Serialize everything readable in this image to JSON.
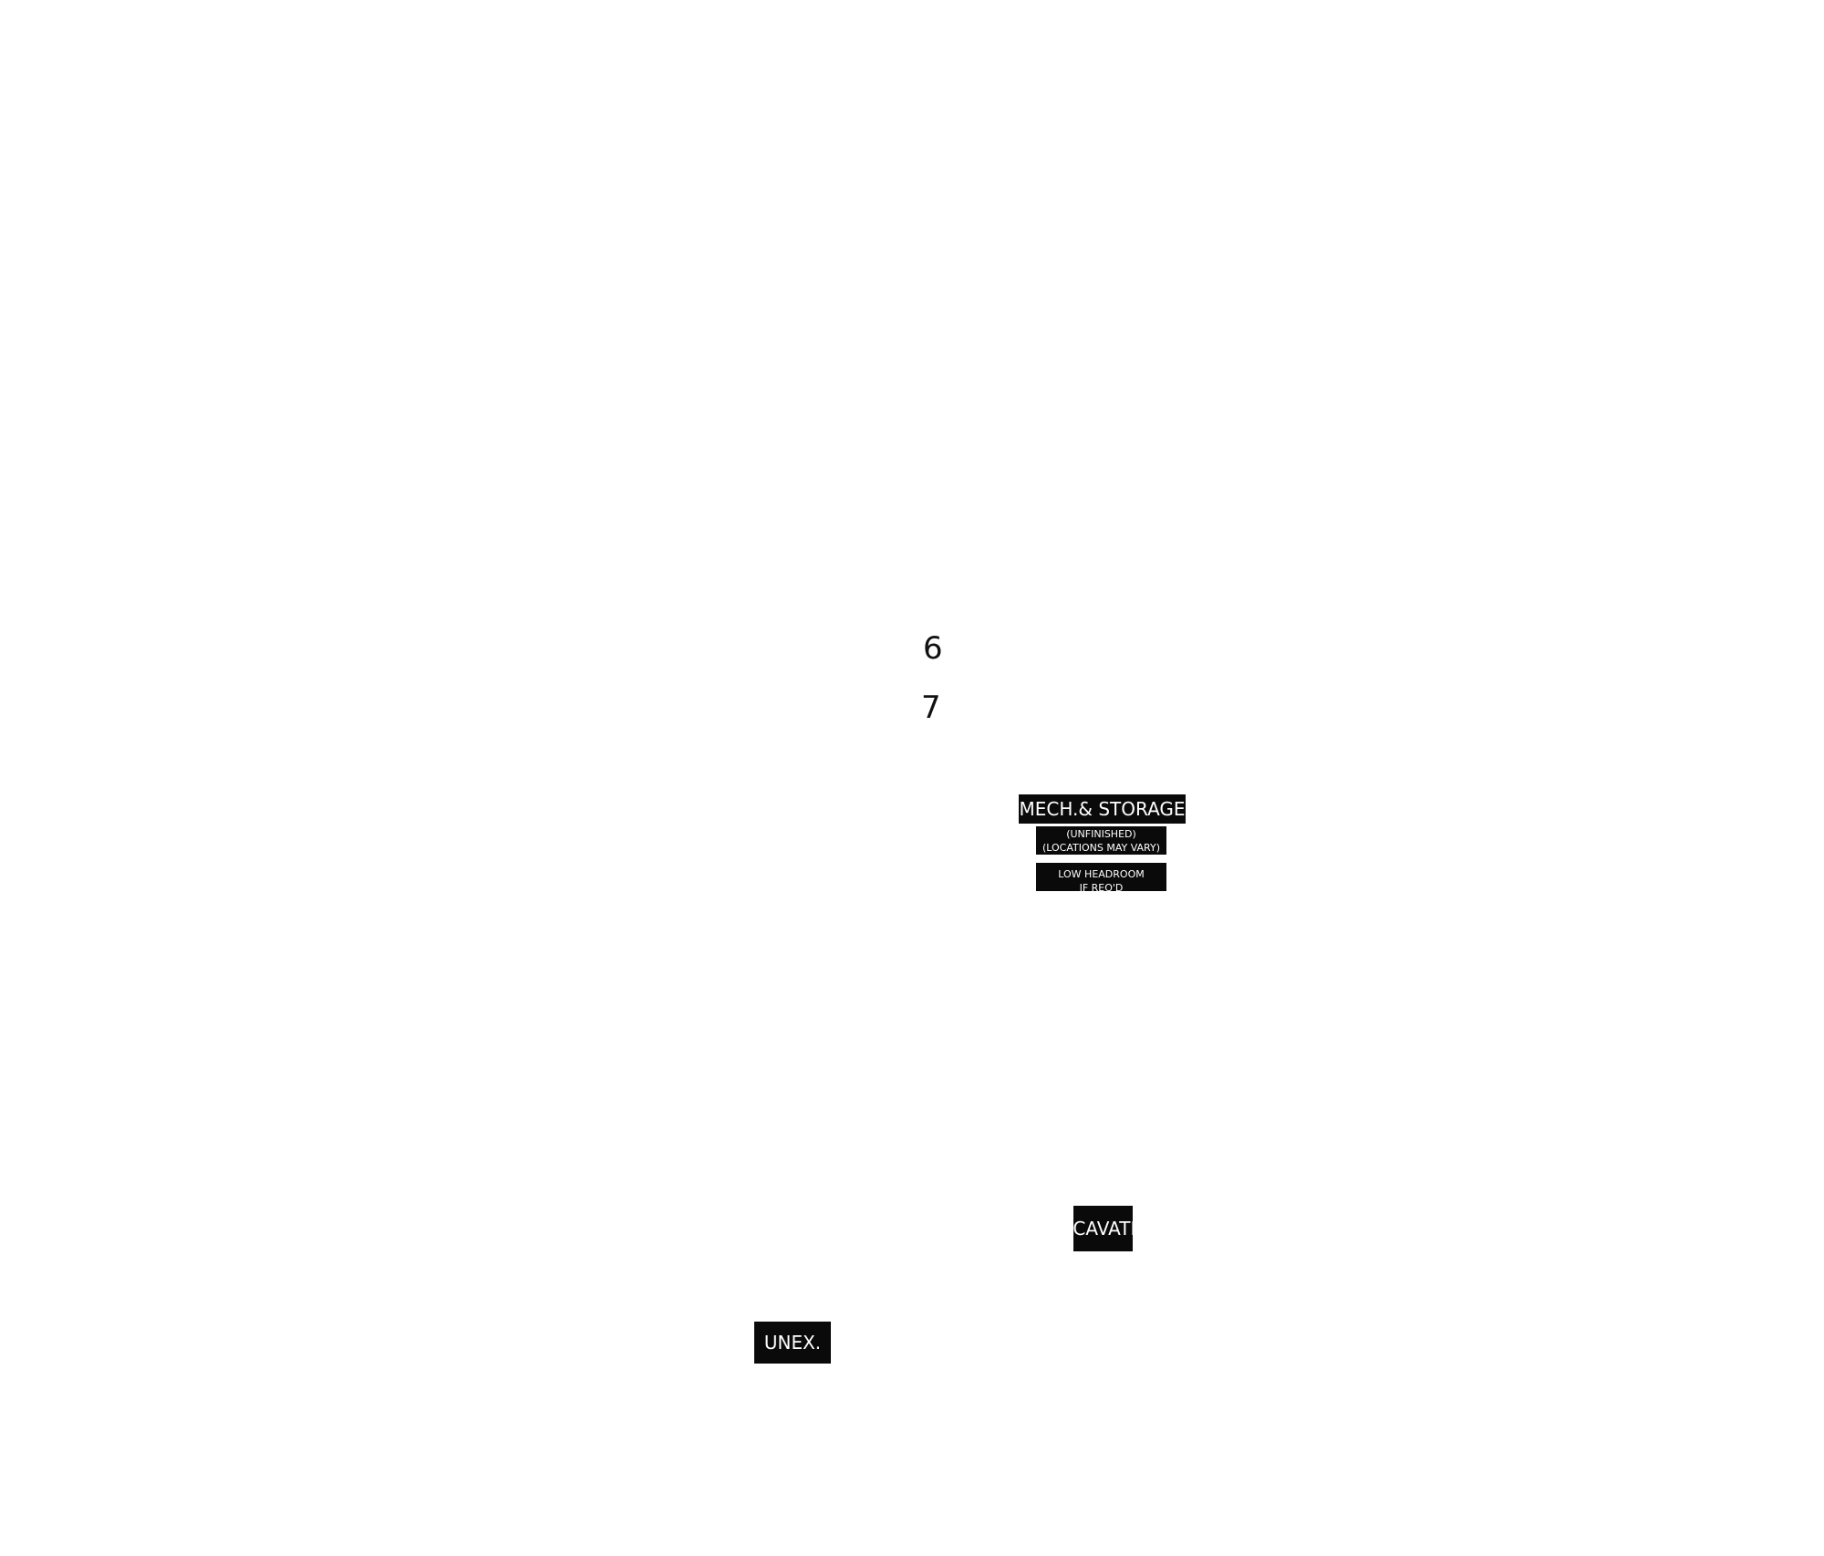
{
  "floorplan": {
    "room_numbers": [
      "6",
      "7"
    ],
    "mech_storage": {
      "title": "MECH.& STORAGE",
      "note_line1": "(UNFINISHED)",
      "note_line2": "(LOCATIONS MAY VARY)",
      "headroom_line1": "LOW HEADROOM",
      "headroom_line2": "IF REQ'D"
    },
    "excavated_label": "EXCAVATED",
    "unexcavated_label": "UNEX."
  },
  "colors": {
    "background": "#ffffff",
    "label_fill": "#0a0a0a",
    "label_text": "#ffffff",
    "number_text": "#111111"
  }
}
